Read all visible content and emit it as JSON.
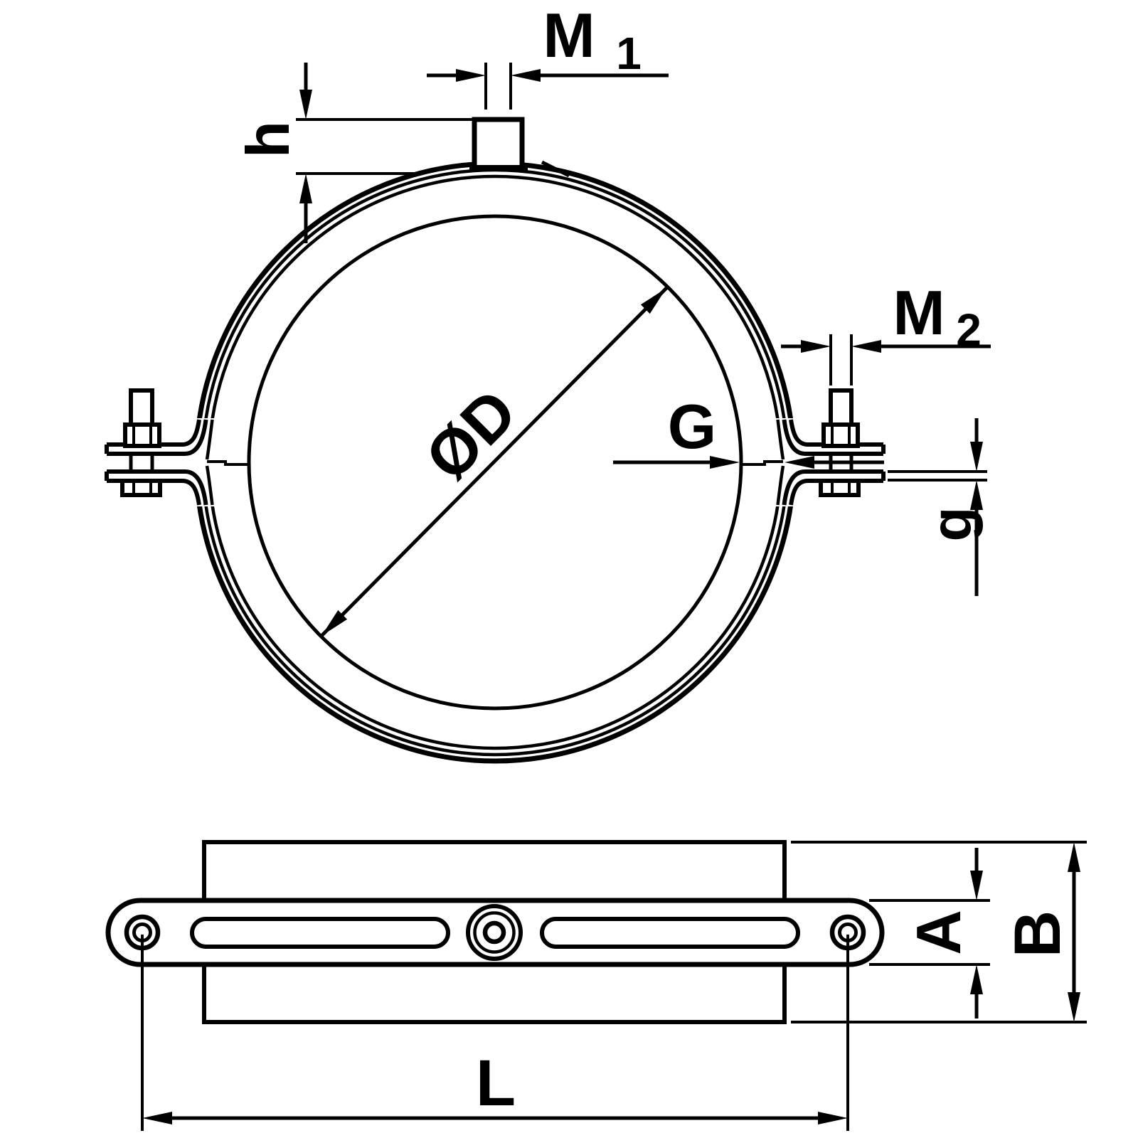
{
  "page": {
    "background": "#ffffff",
    "ink": "#000000"
  },
  "figure": {
    "type": "technical-drawing",
    "subject": "pipe clamp with threaded boss and side bolts, two orthographic views",
    "views": [
      {
        "id": "front",
        "name": "clamp ring front view"
      },
      {
        "id": "side",
        "name": "clamp strap bottom/side view"
      }
    ],
    "labels": {
      "m1": {
        "base": "M",
        "sub": "1"
      },
      "m2": {
        "base": "M",
        "sub": "2"
      },
      "boss_height": "h",
      "bore_diameter": "ØD",
      "liner_gap": "G",
      "plate_thickness": "g",
      "strap_width": "A",
      "band_width": "B",
      "hole_span": "L"
    }
  }
}
